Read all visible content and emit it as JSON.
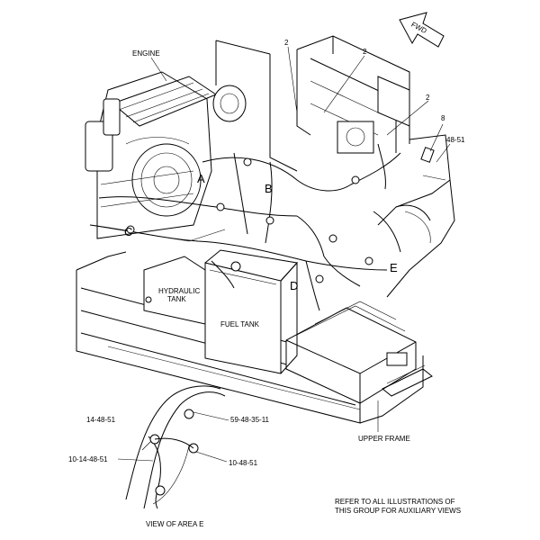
{
  "labels": {
    "engine": "ENGINE",
    "hydraulic_tank_l1": "HYDRAULIC",
    "hydraulic_tank_l2": "TANK",
    "fuel_tank": "FUEL TANK",
    "upper_frame": "UPPER FRAME",
    "fwd": "FWD",
    "callout_2a": "2",
    "callout_2b": "2",
    "callout_2c": "2",
    "callout_8": "8",
    "ref_48_51": "48-51",
    "area_a": "A",
    "area_b": "B",
    "area_c": "C",
    "area_d": "D",
    "area_e": "E"
  },
  "detail_view": {
    "title": "VIEW OF AREA E",
    "ref_14_48_51": "14-48-51",
    "ref_59_48_35_11": "59-48-35-11",
    "ref_10_14_48_51": "10-14-48-51",
    "ref_10_48_51": "10-48-51"
  },
  "note": {
    "line1": "REFER TO ALL ILLUSTRATIONS OF",
    "line2": "THIS GROUP FOR AUXILIARY VIEWS"
  }
}
